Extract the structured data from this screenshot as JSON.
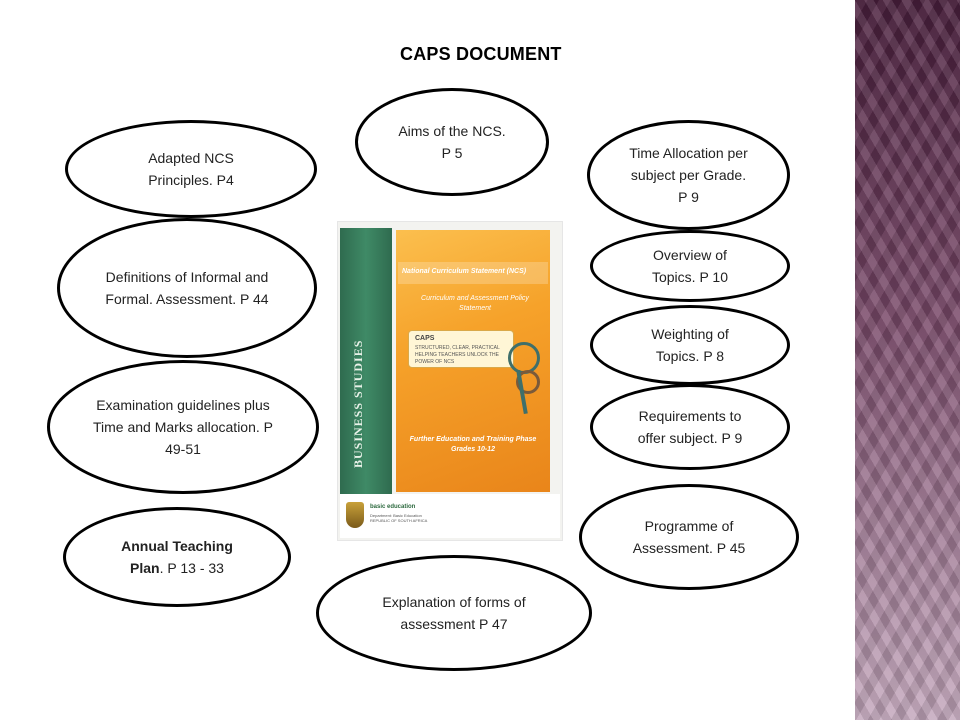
{
  "title": "CAPS DOCUMENT",
  "bubbles": {
    "aims": "Aims of the NCS.   P 5",
    "adapted": "Adapted NCS Principles.   P4",
    "time_allocation": "Time Allocation per subject per Grade. P 9",
    "definitions": "Definitions of Informal and Formal. Assessment. P 44",
    "overview": "Overview of Topics. P 10",
    "weighting": "Weighting of Topics. P 8",
    "examination": "Examination guidelines plus Time and Marks allocation. P  49-51",
    "requirements": "Requirements to offer subject. P 9",
    "programme": "Programme of Assessment. P 45",
    "annual_bold": "Annual Teaching Plan",
    "annual_rest": ". P 13 - 33",
    "explanation": "Explanation of forms of assessment P 47"
  },
  "book_cover": {
    "spine_label": "BUSINESS STUDIES",
    "series": "National Curriculum Statement (NCS)",
    "heading": "Curriculum and Assessment Policy Statement",
    "tag_label": "CAPS",
    "tag_slogan": "STRUCTURED, CLEAR, PRACTICAL",
    "tag_sub": "HELPING TEACHERS UNLOCK THE POWER OF NCS",
    "phase": "Further Education and Training Phase",
    "grades": "Grades 10-12",
    "department": "basic education",
    "department_sub": "Department: Basic Education REPUBLIC OF SOUTH AFRICA"
  }
}
